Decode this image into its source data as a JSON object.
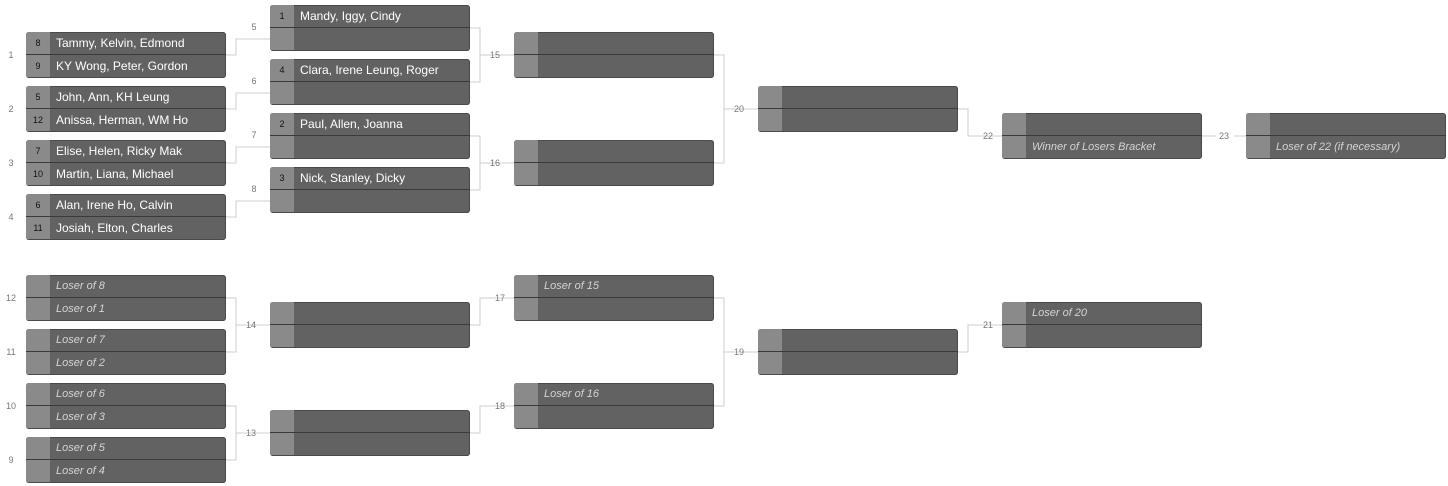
{
  "matches": [
    {
      "id": "m1",
      "number": "1",
      "top": {
        "seed": "8",
        "name": "Tammy, Kelvin, Edmond"
      },
      "bottom": {
        "seed": "9",
        "name": "KY Wong, Peter, Gordon"
      }
    },
    {
      "id": "m2",
      "number": "2",
      "top": {
        "seed": "5",
        "name": "John, Ann, KH Leung"
      },
      "bottom": {
        "seed": "12",
        "name": "Anissa, Herman, WM Ho"
      }
    },
    {
      "id": "m3",
      "number": "3",
      "top": {
        "seed": "7",
        "name": "Elise, Helen, Ricky Mak"
      },
      "bottom": {
        "seed": "10",
        "name": "Martin, Liana, Michael"
      }
    },
    {
      "id": "m4",
      "number": "4",
      "top": {
        "seed": "6",
        "name": "Alan, Irene Ho, Calvin"
      },
      "bottom": {
        "seed": "11",
        "name": "Josiah, Elton, Charles"
      }
    },
    {
      "id": "m5",
      "number": "5",
      "top": {
        "seed": "1",
        "name": "Mandy, Iggy, Cindy"
      },
      "bottom": {
        "seed": "",
        "name": ""
      }
    },
    {
      "id": "m6",
      "number": "6",
      "top": {
        "seed": "4",
        "name": "Clara, Irene Leung, Roger"
      },
      "bottom": {
        "seed": "",
        "name": ""
      }
    },
    {
      "id": "m7",
      "number": "7",
      "top": {
        "seed": "2",
        "name": "Paul, Allen, Joanna"
      },
      "bottom": {
        "seed": "",
        "name": ""
      }
    },
    {
      "id": "m8",
      "number": "8",
      "top": {
        "seed": "3",
        "name": "Nick, Stanley, Dicky"
      },
      "bottom": {
        "seed": "",
        "name": ""
      }
    },
    {
      "id": "m15",
      "number": "15",
      "top": {
        "seed": "",
        "name": ""
      },
      "bottom": {
        "seed": "",
        "name": ""
      }
    },
    {
      "id": "m16",
      "number": "16",
      "top": {
        "seed": "",
        "name": ""
      },
      "bottom": {
        "seed": "",
        "name": ""
      }
    },
    {
      "id": "m20",
      "number": "20",
      "top": {
        "seed": "",
        "name": ""
      },
      "bottom": {
        "seed": "",
        "name": ""
      }
    },
    {
      "id": "m22",
      "number": "22",
      "top": {
        "seed": "",
        "name": ""
      },
      "bottom": {
        "seed": "",
        "name": "Winner of Losers Bracket",
        "placeholder": true
      }
    },
    {
      "id": "m23",
      "number": "23",
      "top": {
        "seed": "",
        "name": ""
      },
      "bottom": {
        "seed": "",
        "name": "Loser of 22 (if necessary)",
        "placeholder": true
      }
    },
    {
      "id": "m12",
      "number": "12",
      "top": {
        "seed": "",
        "name": "Loser of 8",
        "placeholder": true
      },
      "bottom": {
        "seed": "",
        "name": "Loser of 1",
        "placeholder": true
      }
    },
    {
      "id": "m11",
      "number": "11",
      "top": {
        "seed": "",
        "name": "Loser of 7",
        "placeholder": true
      },
      "bottom": {
        "seed": "",
        "name": "Loser of 2",
        "placeholder": true
      }
    },
    {
      "id": "m10",
      "number": "10",
      "top": {
        "seed": "",
        "name": "Loser of 6",
        "placeholder": true
      },
      "bottom": {
        "seed": "",
        "name": "Loser of 3",
        "placeholder": true
      }
    },
    {
      "id": "m9",
      "number": "9",
      "top": {
        "seed": "",
        "name": "Loser of 5",
        "placeholder": true
      },
      "bottom": {
        "seed": "",
        "name": "Loser of 4",
        "placeholder": true
      }
    },
    {
      "id": "m14",
      "number": "14",
      "top": {
        "seed": "",
        "name": ""
      },
      "bottom": {
        "seed": "",
        "name": ""
      }
    },
    {
      "id": "m13",
      "number": "13",
      "top": {
        "seed": "",
        "name": ""
      },
      "bottom": {
        "seed": "",
        "name": ""
      }
    },
    {
      "id": "m17",
      "number": "17",
      "top": {
        "seed": "",
        "name": "Loser of 15",
        "placeholder": true
      },
      "bottom": {
        "seed": "",
        "name": ""
      }
    },
    {
      "id": "m18",
      "number": "18",
      "top": {
        "seed": "",
        "name": "Loser of 16",
        "placeholder": true
      },
      "bottom": {
        "seed": "",
        "name": ""
      }
    },
    {
      "id": "m19",
      "number": "19",
      "top": {
        "seed": "",
        "name": ""
      },
      "bottom": {
        "seed": "",
        "name": ""
      }
    },
    {
      "id": "m21",
      "number": "21",
      "top": {
        "seed": "",
        "name": "Loser of 20",
        "placeholder": true
      },
      "bottom": {
        "seed": "",
        "name": ""
      }
    }
  ],
  "colors": {
    "card": "#626262",
    "seed": "#8a8a8a",
    "line": "#cfcfcf",
    "number": "#777777"
  }
}
